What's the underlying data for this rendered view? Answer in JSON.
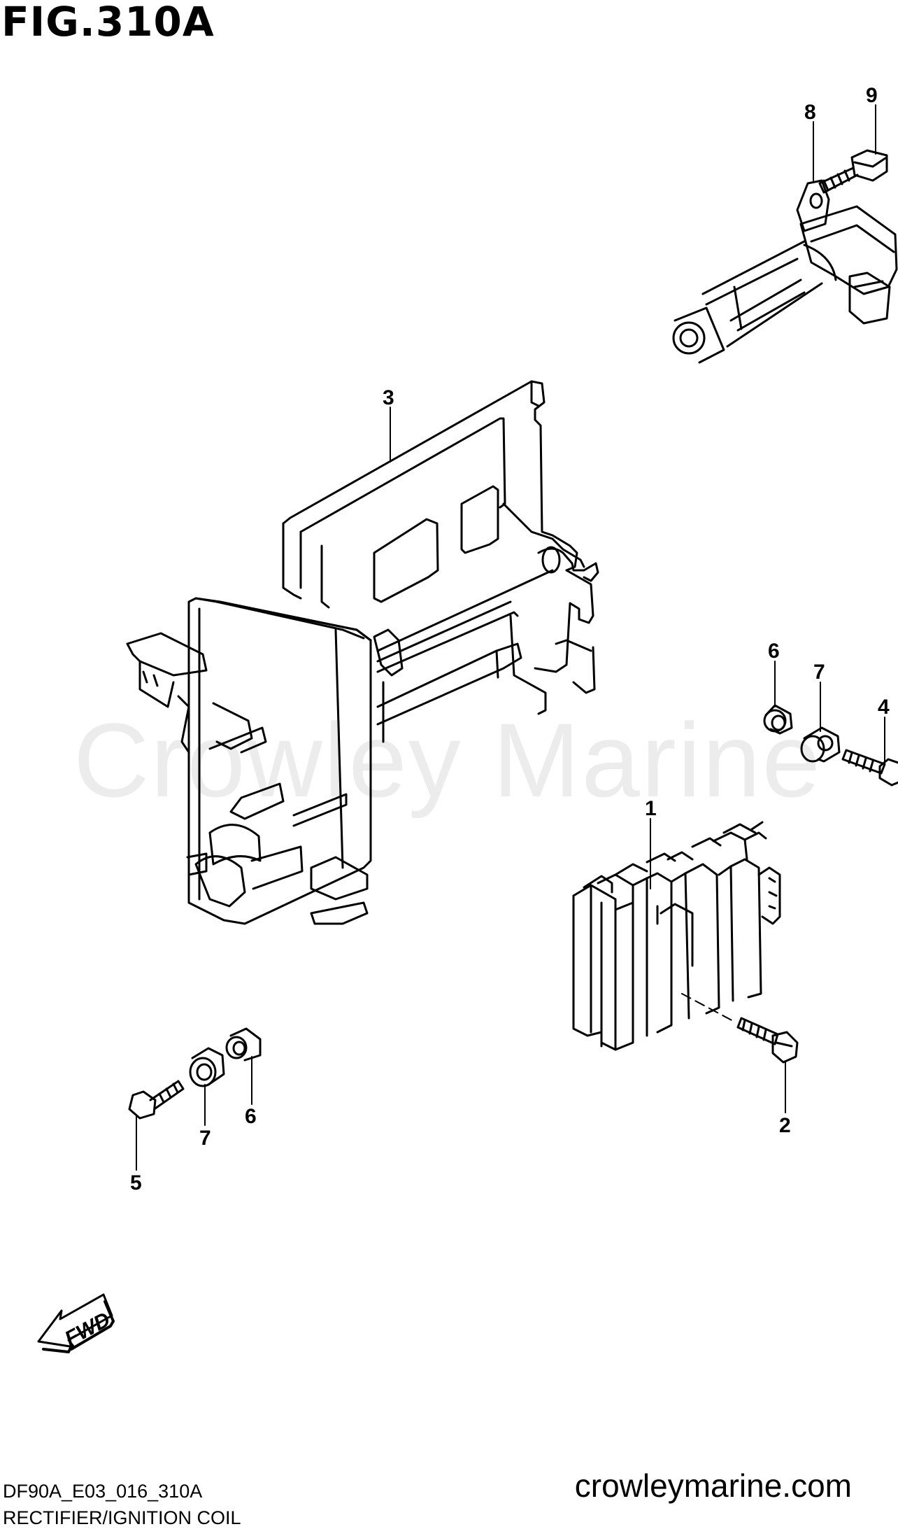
{
  "figure": {
    "title": "FIG.310A",
    "watermark": "Crowley Marine",
    "website": "crowleymarine.com",
    "diagram_code": "DF90A_E03_016_310A",
    "caption": "RECTIFIER/IGNITION COIL",
    "fwd_label": "FWD"
  },
  "callouts": [
    {
      "id": "c8",
      "label": "8"
    },
    {
      "id": "c9",
      "label": "9"
    },
    {
      "id": "c3",
      "label": "3"
    },
    {
      "id": "c6a",
      "label": "6"
    },
    {
      "id": "c7a",
      "label": "7"
    },
    {
      "id": "c4",
      "label": "4"
    },
    {
      "id": "c1",
      "label": "1"
    },
    {
      "id": "c6b",
      "label": "6"
    },
    {
      "id": "c7b",
      "label": "7"
    },
    {
      "id": "c5",
      "label": "5"
    },
    {
      "id": "c2",
      "label": "2"
    }
  ],
  "parts": {
    "rectifier": "1",
    "bolt_rectifier": "2",
    "bracket": "3",
    "bolt_right": "4",
    "bolt_left": "5",
    "collar": "6",
    "grommet": "7",
    "ignition_coil": "8",
    "bolt_coil": "9"
  }
}
